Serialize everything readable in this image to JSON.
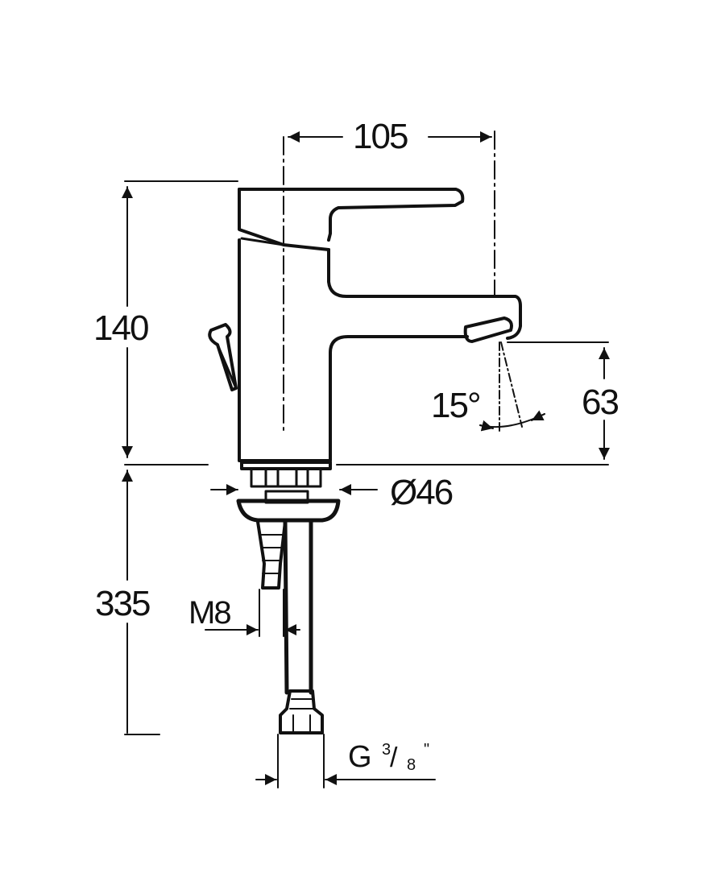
{
  "drawing": {
    "dimensions": {
      "width_top": "105",
      "height_body": "140",
      "spout_height": "63",
      "spout_angle": "15°",
      "base_diameter": "Ø46",
      "total_height": "335",
      "rod_thread": "M8",
      "hose_thread_prefix": "G",
      "hose_thread_num": "3",
      "hose_thread_den": "8",
      "hose_thread_suffix": "\""
    }
  },
  "colors": {
    "line": "#111111",
    "background": "#ffffff"
  }
}
